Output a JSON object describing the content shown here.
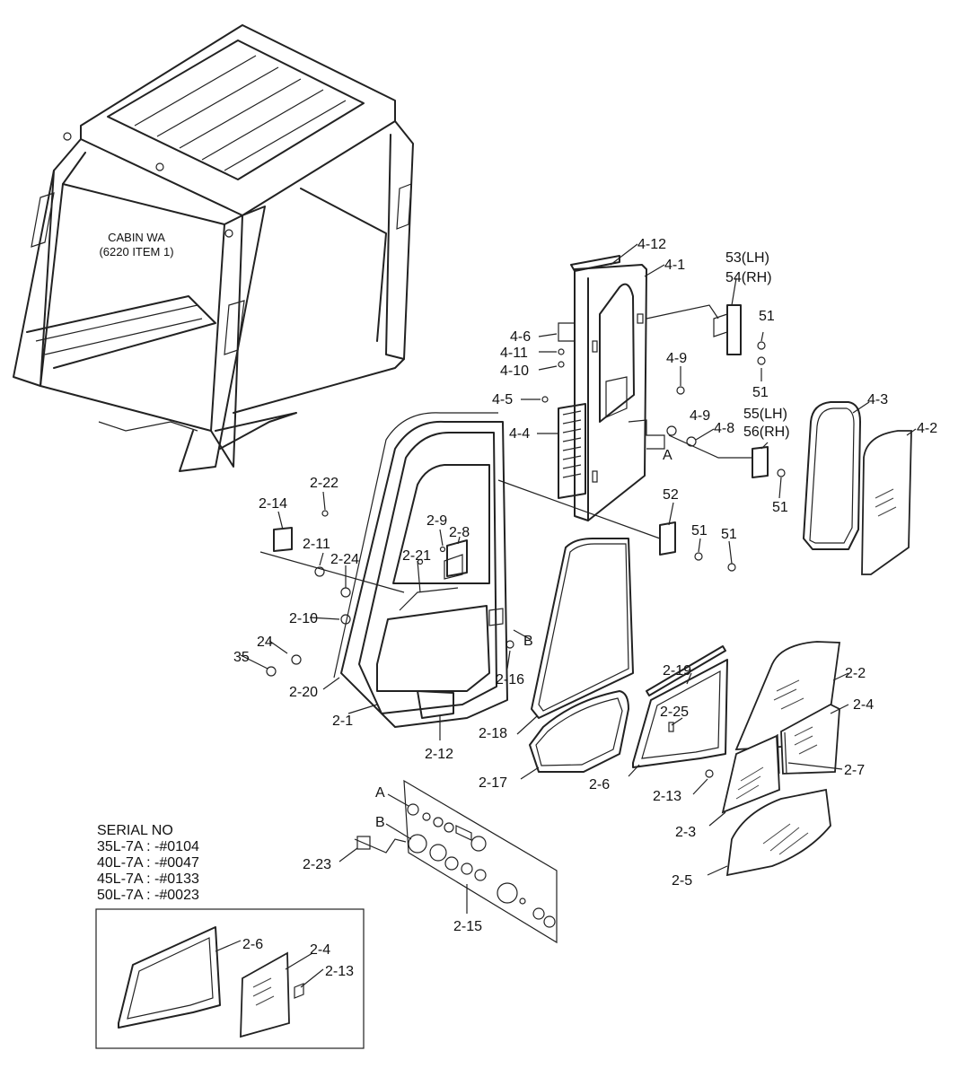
{
  "cabin_label": [
    "CABIN WA",
    "(6220 ITEM 1)"
  ],
  "serial": {
    "title": "SERIAL NO",
    "lines": [
      "35L-7A : -#0104",
      "40L-7A : -#0047",
      "45L-7A : -#0133",
      "50L-7A : -#0023"
    ]
  },
  "labels": {
    "l_4_12": "4-12",
    "l_4_1": "4-1",
    "l_53": "53(LH)",
    "l_54": "54(RH)",
    "l_51a": "51",
    "l_51b": "51",
    "l_51c": "51",
    "l_51d": "51",
    "l_51e": "51",
    "l_4_6": "4-6",
    "l_4_11": "4-11",
    "l_4_10": "4-10",
    "l_4_9a": "4-9",
    "l_4_9b": "4-9",
    "l_4_5": "4-5",
    "l_4_4": "4-4",
    "l_4_8": "4-8",
    "l_A1": "A",
    "l_55": "55(LH)",
    "l_56": "56(RH)",
    "l_4_3": "4-3",
    "l_4_2": "4-2",
    "l_52": "52",
    "l_2_22": "2-22",
    "l_2_14": "2-14",
    "l_2_11": "2-11",
    "l_2_24": "2-24",
    "l_2_9": "2-9",
    "l_2_8": "2-8",
    "l_2_21": "2-21",
    "l_2_10": "2-10",
    "l_24": "24",
    "l_35": "35",
    "l_2_20": "2-20",
    "l_2_1": "2-1",
    "l_2_12": "2-12",
    "l_B1": "B",
    "l_2_16": "2-16",
    "l_2_18": "2-18",
    "l_2_17": "2-17",
    "l_2_19": "2-19",
    "l_2_25": "2-25",
    "l_2_6": "2-6",
    "l_2_13": "2-13",
    "l_2_2": "2-2",
    "l_2_4": "2-4",
    "l_2_7": "2-7",
    "l_2_3": "2-3",
    "l_2_5": "2-5",
    "l_A2": "A",
    "l_B2": "B",
    "l_2_23": "2-23",
    "l_2_15": "2-15",
    "l_in_2_6": "2-6",
    "l_in_2_4": "2-4",
    "l_in_2_13": "2-13"
  }
}
